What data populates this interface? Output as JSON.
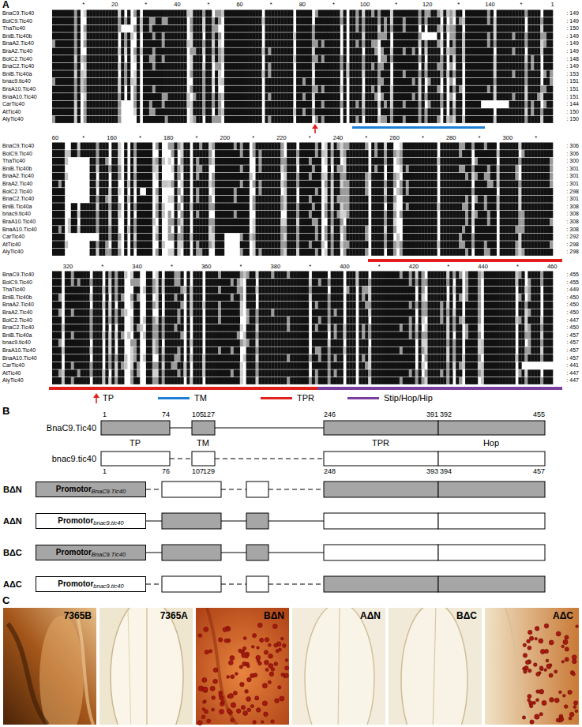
{
  "diagram": {
    "nodes": [
      {
        "text": [
          "Promotor",
          "BnaC9.Tic40"
        ]
      },
      {
        "text": [
          "Promotor",
          "bnac9.tic40"
        ]
      },
      {
        "text": [
          "Promotor",
          "BnaC9.Tic40"
        ]
      },
      {
        "text": [
          "Promotor",
          "bnac9.tic40"
        ]
      }
    ],
    "labels": [
      "A",
      "*",
      "20",
      "*",
      "40",
      "*",
      "60",
      "*",
      "80",
      "*",
      "100",
      "*",
      "120",
      "*",
      "140",
      "*",
      "1",
      "BnaC9.Tic40",
      ": 149",
      "BolC9.Tic40",
      ": 149",
      "ThaTic40",
      ": 150",
      "BniB.Tic40b",
      ": 149",
      "BnaA2.Tic40",
      ": 149",
      "BraA2.Tic40",
      ": 149",
      "BolC2.Tic40",
      ": 148",
      "BnaC2.Tic40",
      ": 149",
      "BniB.Tic40a",
      ": 153",
      "bnac9.tic40",
      ": 151",
      "BraA10.Tic40",
      ": 151",
      "BnaA10.Tic40",
      ": 151",
      "CarTic40",
      ": 144",
      "AtTic40",
      ": 150",
      "AlyTic40",
      ": 150",
      "60",
      "*",
      "160",
      "*",
      "180",
      "*",
      "200",
      "*",
      "220",
      "*",
      "240",
      "*",
      "260",
      "*",
      "280",
      "*",
      "300",
      "*",
      "BnaC9.Tic40",
      ": 306",
      "BolC9.Tic40",
      ": 306",
      "ThaTic40",
      ": 300",
      "BniB.Tic40b",
      ": 301",
      "BnaA2.Tic40",
      ": 301",
      "BraA2.Tic40",
      ": 301",
      "BolC2.Tic40",
      ": 298",
      "BnaC2.Tic40",
      ": 301",
      "BniB.Tic40a",
      ": 308",
      "bnac9.tic40",
      ": 308",
      "BraA10.Tic40",
      ": 308",
      "BnaA10.Tic40",
      ": 308",
      "CarTic40",
      ": 292",
      "AtTic40",
      ": 298",
      "AlyTic40",
      ": 298",
      "320",
      "*",
      "340",
      "*",
      "360",
      "*",
      "380",
      "*",
      "400",
      "*",
      "420",
      "*",
      "440",
      "*",
      "460",
      "BnaC9.Tic40",
      ": 455",
      "BolC9.Tic40",
      ": 455",
      "ThaTic40",
      ": 449",
      "BniB.Tic40b",
      ": 450",
      "BnaA2.Tic40",
      ": 450",
      "BraA2.Tic40",
      ": 450",
      "BolC2.Tic40",
      ": 447",
      "BnaC2.Tic40",
      ": 450",
      "BniB.Tic40a",
      ": 457",
      "bnac9.tic40",
      ": 457",
      "BraA10.Tic40",
      ": 457",
      "BnaA10.Tic40",
      ": 457",
      "CarTic40",
      ": 441",
      "AtTic40",
      ": 447",
      "AlyTic40",
      ": 447",
      "B",
      "BnaC9.Tic40",
      "1",
      "74",
      "105",
      "127",
      "246",
      "391",
      "392",
      "455",
      "TP",
      "TM",
      "TPR",
      "Hop",
      "bnac9.tic40",
      "1",
      "76",
      "107",
      "129",
      "248",
      "393",
      "394",
      "457",
      "BΔN",
      "AΔN",
      "BΔC",
      "AΔC",
      "C",
      "7365B",
      "7365A",
      "BΔN",
      "AΔN",
      "BΔC",
      "AΔC"
    ],
    "legend": [
      {
        "text": "TP"
      },
      {
        "text": "TM"
      },
      {
        "text": "TPR"
      },
      {
        "text": "Stip/Hop/Hip"
      }
    ]
  }
}
